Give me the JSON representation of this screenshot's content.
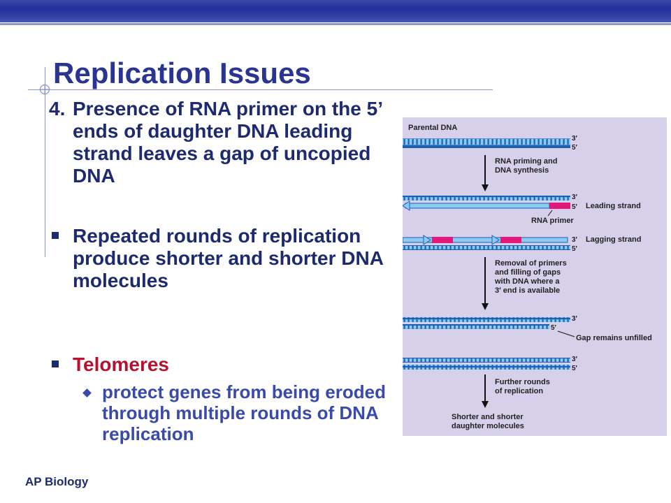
{
  "slide": {
    "title": "Replication Issues",
    "point_number": "4.",
    "point_text": "Presence of RNA primer on the 5’ ends of daughter DNA leading strand leaves a gap of uncopied DNA",
    "bullets": [
      {
        "text": "Repeated rounds of replication produce shorter and shorter DNA molecules",
        "color": "#1e2a6e"
      },
      {
        "text": "Telomeres",
        "color": "#b5122f"
      }
    ],
    "sub_bullet": "protect genes from being eroded through multiple rounds of DNA replication",
    "footer": "AP Biology"
  },
  "figure": {
    "background": "#d6d0ea",
    "strand_color": "#2a7fd1",
    "strand_light_color": "#8ccaf2",
    "primer_color": "#e0187a",
    "labels": {
      "parental_dna": "Parental DNA",
      "step1_line1": "RNA priming and",
      "step1_line2": "DNA synthesis",
      "leading_strand": "Leading strand",
      "rna_primer": "RNA primer",
      "lagging_strand": "Lagging strand",
      "step2_line1": "Removal of primers",
      "step2_line2": "and filling of gaps",
      "step2_line3": "with DNA where a",
      "step2_line4": "3′ end is available",
      "gap_remains": "Gap remains unfilled",
      "step3_line1": "Further rounds",
      "step3_line2": "of replication",
      "final_line1": "Shorter and shorter",
      "final_line2": "daughter molecules",
      "three_prime": "3′",
      "five_prime": "5′"
    }
  }
}
